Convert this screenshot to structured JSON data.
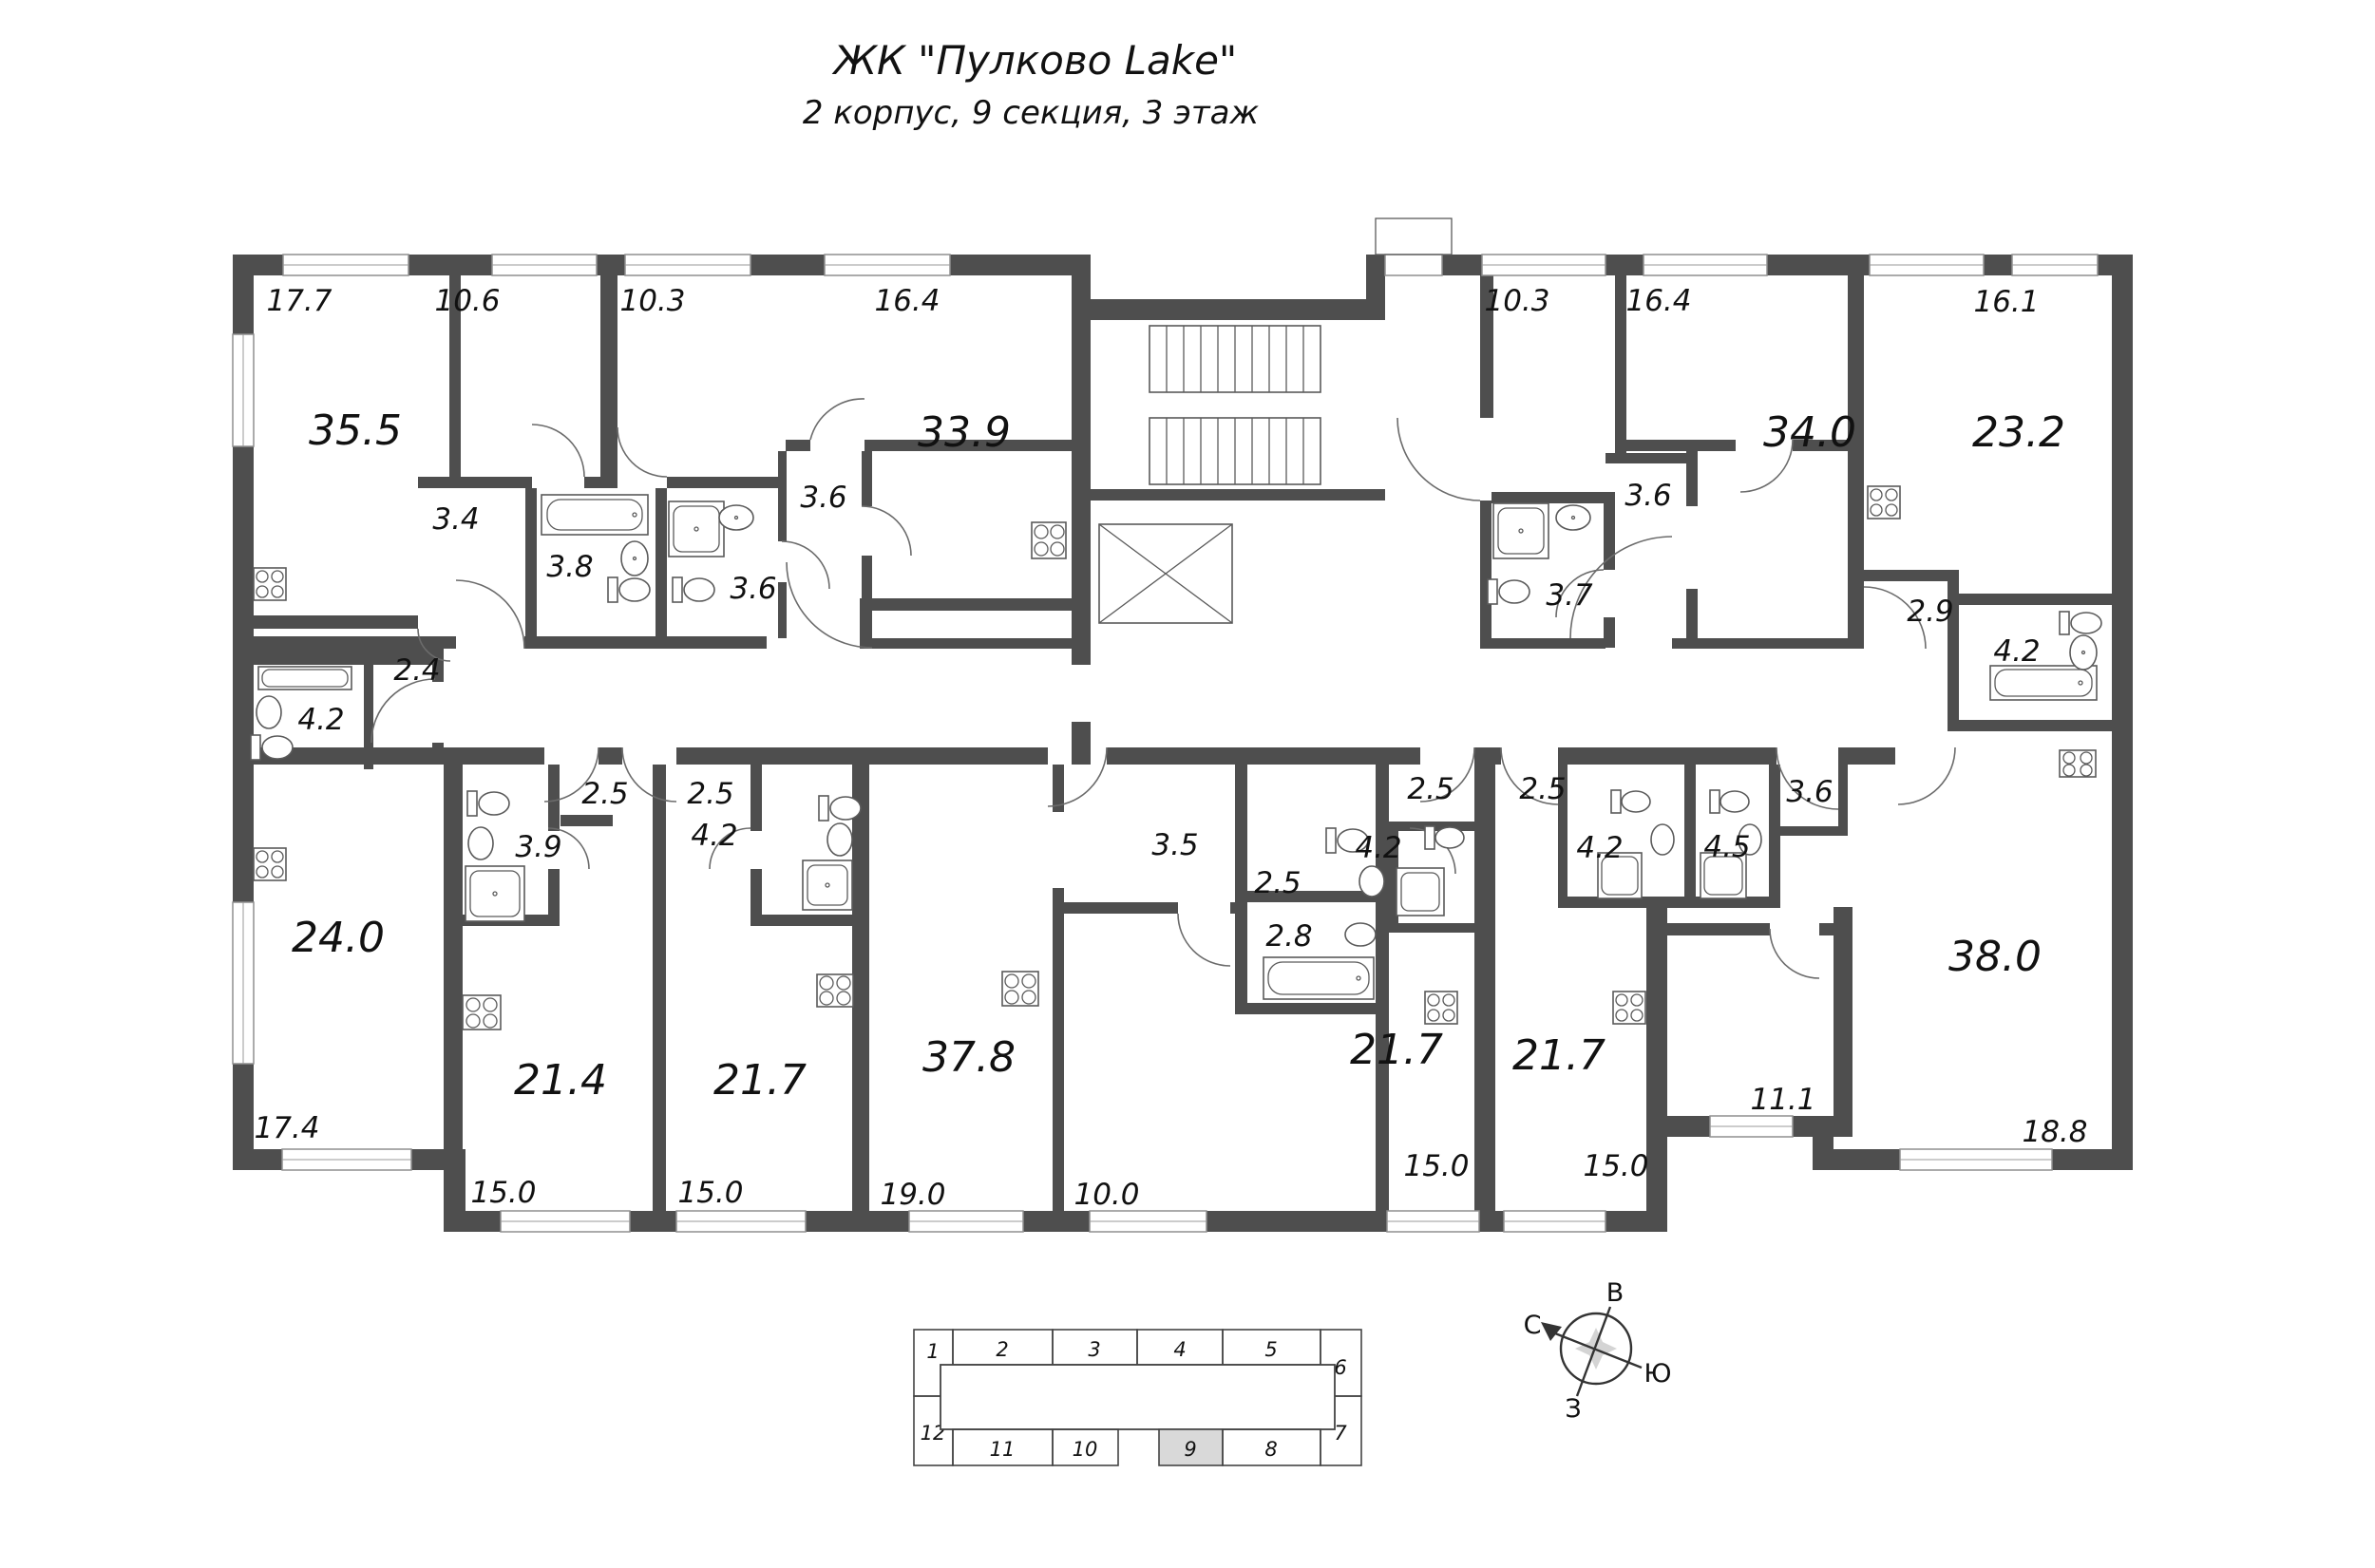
{
  "title": "ЖК \"Пулково Lake\"",
  "subtitle": "2 корпус, 9 секция, 3 этаж",
  "colors": {
    "wall": "#4e4e4e",
    "active_section": "#d9d9d9"
  },
  "apartments": [
    {
      "total": "35.5",
      "rooms": {
        "living": "17.7",
        "bedroom": "10.6",
        "hall": "3.4",
        "bath": "3.8"
      }
    },
    {
      "total": "24.0",
      "rooms": {
        "living": "17.4",
        "bath": "4.2",
        "hall": "2.4"
      }
    },
    {
      "total": "33.9",
      "rooms": {
        "bedroom": "10.3",
        "room2": "16.4",
        "bath": "3.6",
        "hall": "3.6"
      }
    },
    {
      "total": "21.4",
      "rooms": {
        "living": "15.0",
        "bath": "3.9",
        "hall": "2.5"
      }
    },
    {
      "total": "21.7",
      "rooms": {
        "living": "15.0",
        "bath": "4.2",
        "hall": "2.5"
      }
    },
    {
      "total": "37.8",
      "rooms": {
        "living": "19.0",
        "bedroom": "10.0",
        "hall": "3.5",
        "wc": "2.5",
        "bath": "2.8"
      }
    },
    {
      "total": "21.7",
      "rooms": {
        "living": "15.0",
        "bath": "4.2",
        "hall": "2.5"
      }
    },
    {
      "total": "21.7",
      "rooms": {
        "living": "15.0",
        "bath": "4.2",
        "hall": "2.5"
      }
    },
    {
      "total": "34.0",
      "rooms": {
        "bedroom": "10.3",
        "room2": "16.4",
        "hall": "3.6",
        "bath": "3.7"
      }
    },
    {
      "total": "23.2",
      "rooms": {
        "living": "16.1",
        "hall": "2.9",
        "bath": "4.2"
      }
    },
    {
      "total": "38.0",
      "rooms": {
        "living": "18.8",
        "bedroom": "11.1",
        "bath": "4.5",
        "hall": "3.6"
      }
    }
  ],
  "key_plan": {
    "sections": [
      "1",
      "2",
      "3",
      "4",
      "5",
      "6",
      "7",
      "8",
      "9",
      "10",
      "11",
      "12"
    ],
    "active_section": "9"
  },
  "compass": {
    "north": "С",
    "east": "В",
    "south": "Ю",
    "west": "З"
  }
}
